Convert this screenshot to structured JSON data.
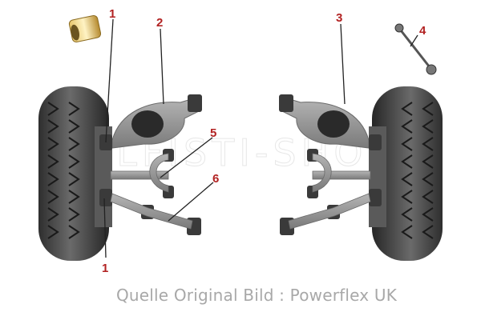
{
  "callouts": [
    "1",
    "2",
    "3",
    "4",
    "5",
    "6",
    "1"
  ],
  "watermark": "ALFISTI-SHOP",
  "caption": "Quelle Original Bild : Powerflex UK",
  "colors": {
    "callout": "#b22222",
    "tyre": "#4a4a4a",
    "arm": "#9a9a9a",
    "bushing": "#3a3a3a",
    "caption": "#a8a8a8"
  }
}
